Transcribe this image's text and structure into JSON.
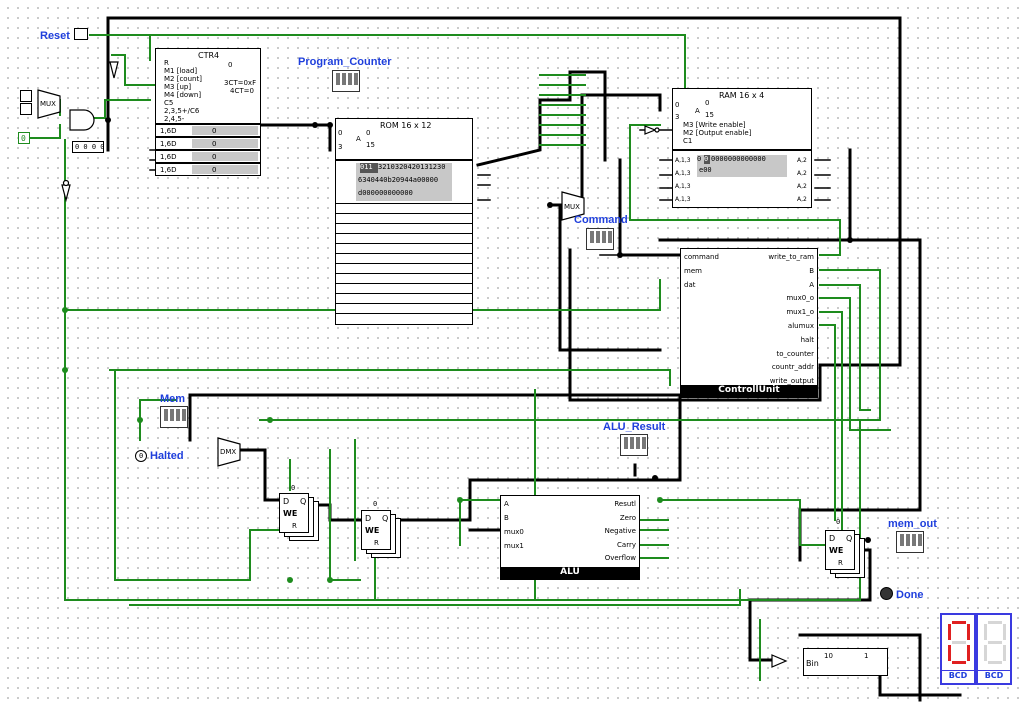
{
  "labels": {
    "reset": "Reset",
    "program_counter": "Program_Counter",
    "command": "Command",
    "mem": "Mem",
    "halted": "Halted",
    "alu_result": "ALU_Result",
    "mem_out": "mem_out",
    "done": "Done"
  },
  "counter": {
    "title": "CTR4",
    "inputs": [
      "R",
      "M1 [load]",
      "M2 [count]",
      "M3 [up]",
      "M4 [down]",
      "C5",
      "2,3,5+/C6",
      "2,4,5-"
    ],
    "top_value": "0",
    "out1": "3CT=0xF",
    "out2": "4CT=0",
    "rows": [
      {
        "label": "1,6D",
        "value": "0"
      },
      {
        "label": "1,6D",
        "value": "0"
      },
      {
        "label": "1,6D",
        "value": "0"
      },
      {
        "label": "1,6D",
        "value": "0"
      }
    ]
  },
  "const_zero": "0",
  "bits_0000": "0 0 0 0",
  "mux_label": "MUX",
  "dmx_label": "DMX",
  "rom": {
    "title": "ROM 16 x 12",
    "addr_top": "0",
    "addr_bot": "3",
    "addr_a": "A",
    "addr_range": "0\n15",
    "row1_hl": "011",
    "row1_rest": "3210320420131230",
    "row2": "6340440b20944a00000",
    "row3": "d000000000000"
  },
  "ram": {
    "title": "RAM 16 x 4",
    "addr_top": "0",
    "addr_bot": "3",
    "addr_a": "A",
    "addr_range": "0\n15",
    "we": "M3 [Write enable]",
    "oe": "M2 [Output enable]",
    "clk": "C1",
    "row1_pre": "0",
    "row1_hl": "0",
    "row1_rest": "0000000000000",
    "row2": "e00",
    "pins": [
      "A,1,3",
      "A,1,3",
      "A,1,3",
      "A,1,3"
    ],
    "pins_r": [
      "A,2",
      "A,2",
      "A,2",
      "A,2"
    ]
  },
  "control_unit": {
    "name": "ControllUnit",
    "inputs": [
      "command",
      "mem",
      "dat"
    ],
    "outputs": [
      "write_to_ram",
      "B",
      "A",
      "mux0_o",
      "mux1_o",
      "alumux",
      "halt",
      "to_counter",
      "countr_addr",
      "write_output"
    ]
  },
  "alu": {
    "name": "ALU",
    "inputs": [
      "A",
      "B",
      "mux0",
      "mux1"
    ],
    "outputs": [
      "Resutl",
      "Zero",
      "Negative",
      "Carry",
      "Overflow"
    ]
  },
  "reg": {
    "d": "D",
    "q": "Q",
    "we": "WE",
    "r": "R",
    "val": "0"
  },
  "bin": {
    "ten": "10",
    "one": "1",
    "label": "Bin"
  },
  "bcd": [
    "BCD",
    "BCD"
  ],
  "halted_probe": "0",
  "colors": {
    "wire_on": "#1e8c1e",
    "wire_off": "#000000",
    "label": "#1f3fdc",
    "led": "#e02020"
  }
}
